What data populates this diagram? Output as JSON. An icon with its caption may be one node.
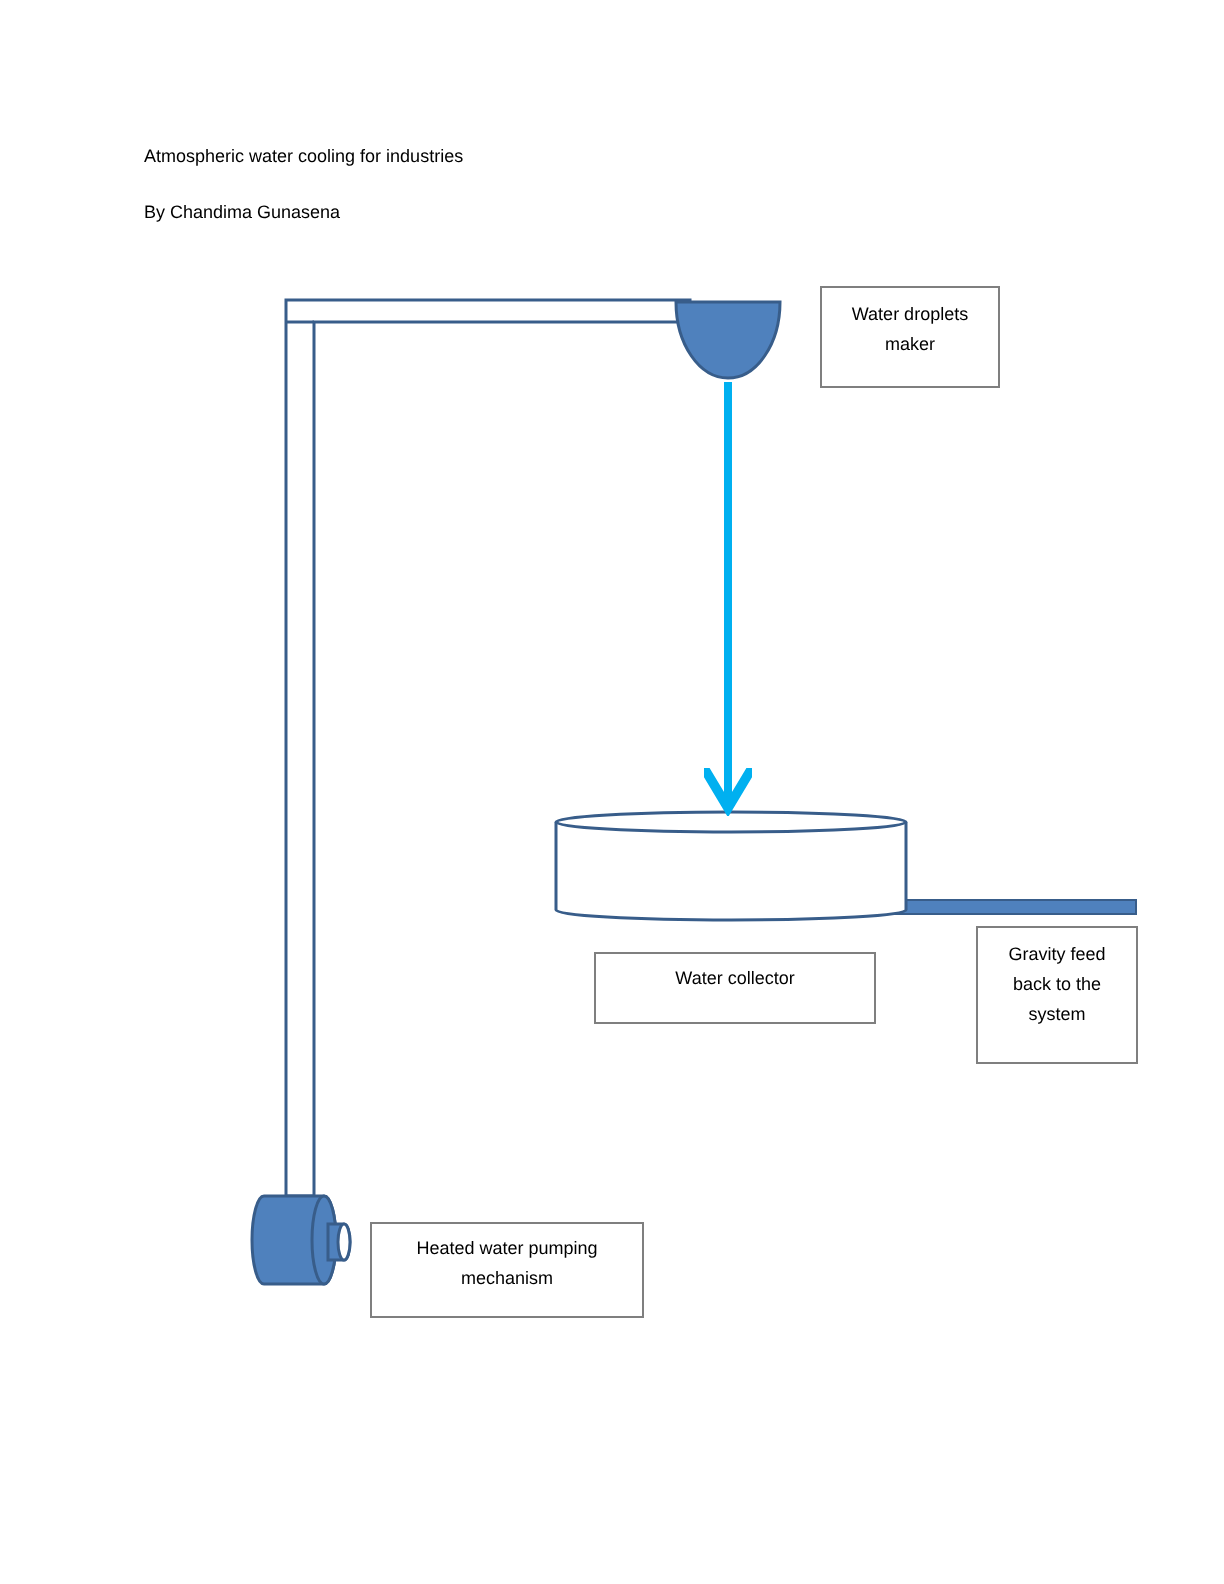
{
  "diagram": {
    "title": "Atmospheric water cooling for industries",
    "nodes": [
      {
        "text": [],
        "shape": "bowl"
      },
      {
        "text": [
          "Water droplets maker"
        ]
      },
      {
        "text": [],
        "shape": "cylinder"
      },
      {
        "text": [
          "Water collector"
        ]
      },
      {
        "text": [
          "Gravity feed back to the system"
        ]
      },
      {
        "text": [
          "Heated water pumping mechanism"
        ]
      }
    ],
    "edges": [
      {
        "from": 0,
        "to": 2,
        "arrow": "to",
        "color": "#00b0f0"
      }
    ],
    "labels": [
      "By Chandima Gunasena"
    ]
  }
}
